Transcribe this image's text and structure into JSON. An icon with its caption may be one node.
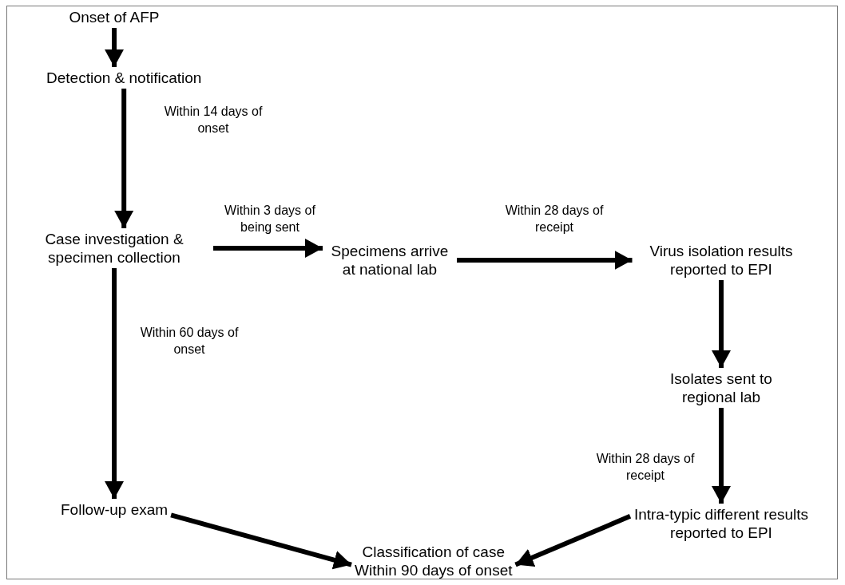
{
  "diagram": {
    "nodes": [
      {
        "text": [
          "Onset of AFP"
        ]
      },
      {
        "text": [
          "Detection & notification"
        ]
      },
      {
        "text": [
          "Case investigation & specimen collection"
        ]
      },
      {
        "text": [
          "Specimens arrive at national lab"
        ]
      },
      {
        "text": [
          "Virus isolation results reported to EPI"
        ]
      },
      {
        "text": [
          "Isolates sent to regional lab"
        ]
      },
      {
        "text": [
          "Follow-up exam"
        ]
      },
      {
        "text": [
          "Intra-typic different results reported to EPI"
        ]
      },
      {
        "text": [
          "Classification of case",
          "Within 90 days of onset"
        ]
      }
    ],
    "edges": [
      {
        "from": 0,
        "to": 1,
        "arrow": "to"
      },
      {
        "from": 1,
        "to": 2,
        "arrow": "to",
        "label": "Within 14 days of onset"
      },
      {
        "from": 2,
        "to": 3,
        "arrow": "to",
        "label": "Within 3 days of being sent"
      },
      {
        "from": 3,
        "to": 4,
        "arrow": "to",
        "label": "Within 28 days of receipt"
      },
      {
        "from": 4,
        "to": 5,
        "arrow": "to"
      },
      {
        "from": 2,
        "to": 6,
        "arrow": "to",
        "label": "Within 60 days of onset"
      },
      {
        "from": 5,
        "to": 7,
        "arrow": "to",
        "label": "Within 28 days of receipt"
      },
      {
        "from": 6,
        "to": 8,
        "arrow": "to"
      },
      {
        "from": 7,
        "to": 8,
        "arrow": "to"
      }
    ]
  }
}
